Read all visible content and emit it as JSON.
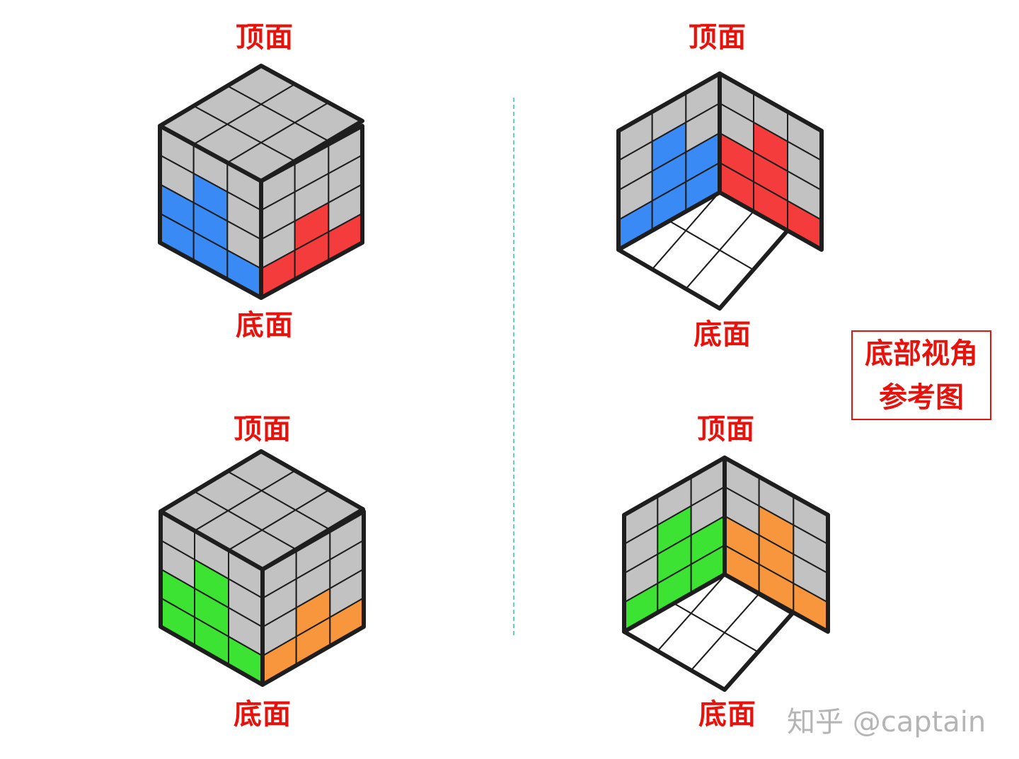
{
  "labels": {
    "top": "顶面",
    "bottom": "底面"
  },
  "reference_box": {
    "line1": "底部视角",
    "line2": "参考图"
  },
  "watermark": "知乎 @captain",
  "colors": {
    "gray": "#c2c2c2",
    "white": "#ffffff",
    "blue": "#3a8af5",
    "red": "#f53c3c",
    "green": "#3ce332",
    "orange": "#f8963e",
    "outline": "#1e1e1e",
    "label": "#e8120c",
    "divider": "#5fd3bd"
  },
  "cubes": [
    {
      "name": "cube-top-left",
      "view": "top",
      "faces": {
        "top": [
          "gray",
          "gray",
          "gray",
          "gray",
          "gray",
          "gray",
          "gray",
          "gray",
          "gray"
        ],
        "left": [
          "gray",
          "gray",
          "gray",
          "gray",
          "blue",
          "gray",
          "blue",
          "blue",
          "gray",
          "blue",
          "blue",
          "blue"
        ],
        "right": [
          "gray",
          "gray",
          "gray",
          "gray",
          "gray",
          "gray",
          "gray",
          "red",
          "gray",
          "red",
          "red",
          "red"
        ]
      }
    },
    {
      "name": "cube-top-right",
      "view": "bottom",
      "faces": {
        "back_left": [
          "gray",
          "gray",
          "gray",
          "gray",
          "blue",
          "gray",
          "gray",
          "blue",
          "blue",
          "blue",
          "blue",
          "blue"
        ],
        "back_right": [
          "gray",
          "gray",
          "gray",
          "gray",
          "red",
          "gray",
          "red",
          "red",
          "gray",
          "red",
          "red",
          "red"
        ],
        "bottom": [
          "white",
          "white",
          "white",
          "white",
          "white",
          "white",
          "white",
          "white",
          "white"
        ]
      }
    },
    {
      "name": "cube-bottom-left",
      "view": "top",
      "faces": {
        "top": [
          "gray",
          "gray",
          "gray",
          "gray",
          "gray",
          "gray",
          "gray",
          "gray",
          "gray"
        ],
        "left": [
          "gray",
          "gray",
          "gray",
          "gray",
          "green",
          "gray",
          "green",
          "green",
          "gray",
          "green",
          "green",
          "green"
        ],
        "right": [
          "gray",
          "gray",
          "gray",
          "gray",
          "gray",
          "gray",
          "gray",
          "orange",
          "gray",
          "orange",
          "orange",
          "orange"
        ]
      }
    },
    {
      "name": "cube-bottom-right",
      "view": "bottom",
      "faces": {
        "back_left": [
          "gray",
          "gray",
          "gray",
          "gray",
          "green",
          "gray",
          "gray",
          "green",
          "green",
          "green",
          "green",
          "green"
        ],
        "back_right": [
          "gray",
          "gray",
          "gray",
          "gray",
          "orange",
          "gray",
          "orange",
          "orange",
          "gray",
          "orange",
          "orange",
          "orange"
        ],
        "bottom": [
          "white",
          "white",
          "white",
          "white",
          "white",
          "white",
          "white",
          "white",
          "white"
        ]
      }
    }
  ]
}
